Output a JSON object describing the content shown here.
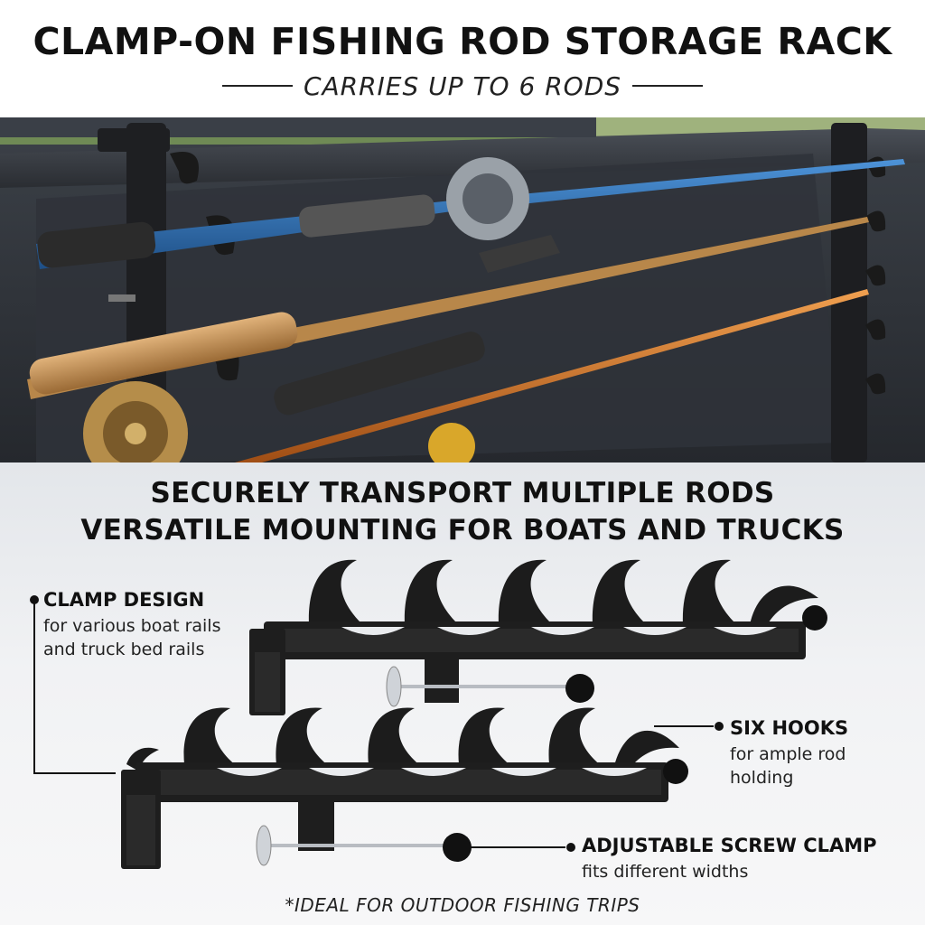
{
  "header": {
    "title": "CLAMP-ON FISHING ROD STORAGE RACK",
    "subtitle": "CARRIES UP TO 6 RODS"
  },
  "headline": {
    "line1": "SECURELY TRANSPORT MULTIPLE RODS",
    "line2": "VERSATILE MOUNTING FOR BOATS AND TRUCKS"
  },
  "callouts": {
    "clamp_design": {
      "title": "CLAMP DESIGN",
      "desc_line1": "for various boat rails",
      "desc_line2": "and truck bed rails"
    },
    "six_hooks": {
      "title": "SIX HOOKS",
      "desc_line1": "for ample rod",
      "desc_line2": "holding"
    },
    "screw_clamp": {
      "title": "ADJUSTABLE SCREW CLAMP",
      "desc_line1": "fits different widths"
    }
  },
  "footer": {
    "note": "*IDEAL FOR OUTDOOR FISHING TRIPS"
  },
  "colors": {
    "rack": "#1b1b1b",
    "truck_bed": "#2c3036",
    "rod_blue": "#2a6fb5",
    "rod_bamboo": "#b8874a",
    "rod_orange": "#d9772a"
  }
}
